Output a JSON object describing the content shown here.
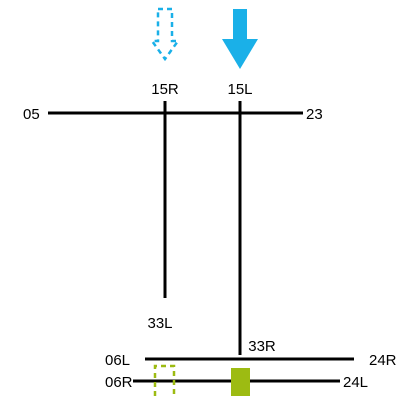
{
  "runways": {
    "left_15": "15R",
    "left_33": "33L",
    "right_15": "15L",
    "right_33": "33R",
    "cross_05": "05",
    "cross_23": "23",
    "upper_06": "06L",
    "upper_24": "24R",
    "lower_06": "06R",
    "lower_24": "24L"
  },
  "indicators": {
    "active_arrow_runway": "15L",
    "inactive_arrow_runway": "15R",
    "active_block_runway": "24L",
    "inactive_block_runway": "06R"
  },
  "colors": {
    "runway": "#000000",
    "arrow": "#1ab0e8",
    "block": "#9dbb12"
  }
}
